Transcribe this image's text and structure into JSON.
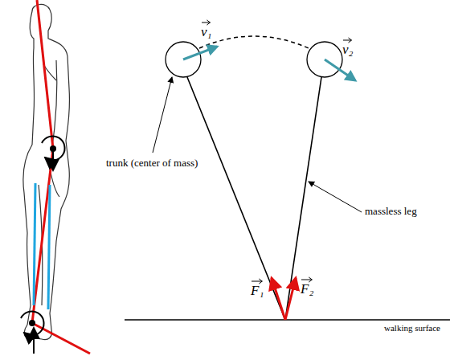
{
  "diagram": {
    "labels": [
      "trunk (center of mass)",
      "massless leg",
      "walking surface",
      "v₁",
      "v₂",
      "F₁",
      "F₂"
    ]
  }
}
